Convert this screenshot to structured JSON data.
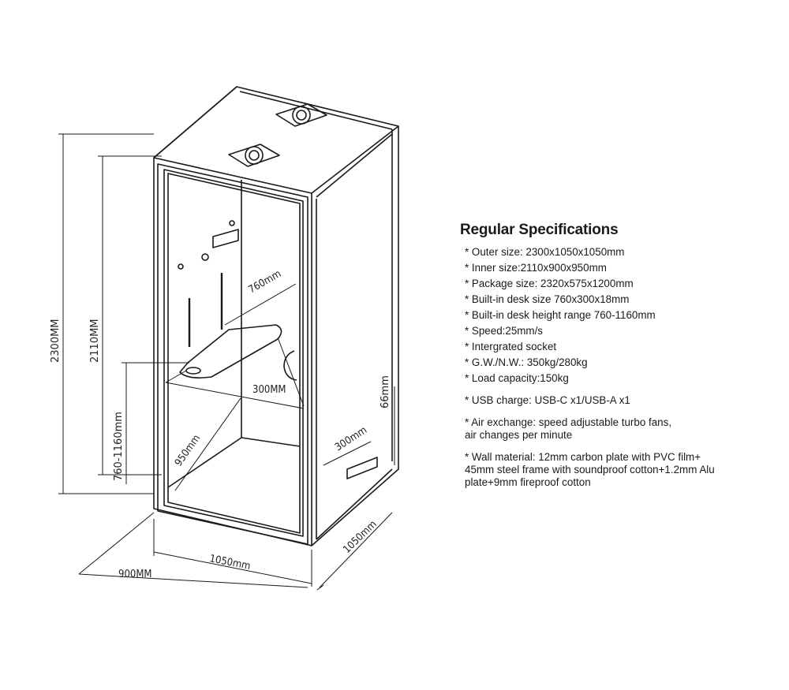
{
  "specs": {
    "title": "Regular Specifications",
    "items": [
      "* Outer size: 2300x1050x1050mm",
      "* Inner size:2110x900x950mm",
      "* Package size: 2320x575x1200mm",
      "* Built-in desk size 760x300x18mm",
      "* Built-in desk height range 760-1160mm",
      "* Speed:25mm/s",
      "* Intergrated socket",
      "* G.W./N.W.: 350kg/280kg",
      "* Load capacity:150kg",
      "* USB charge: USB-C x1/USB-A x1",
      "* Air exchange: speed adjustable turbo fans,\nair changes per minute",
      "* Wall material: 12mm carbon plate with PVC film+\n45mm steel frame with soundproof cotton+1.2mm Alu\nplate+9mm fireproof cotton"
    ]
  },
  "dimensions": {
    "outer_height": "2300MM",
    "inner_height": "2110MM",
    "desk_height_range": "760-1160mm",
    "desk_length": "760mm",
    "desk_depth": "300MM",
    "inner_depth": "950mm",
    "vent_width": "300mm",
    "vent_height": "66mm",
    "outer_width": "1050mm",
    "outer_depth": "1050mm",
    "inner_width": "900MM"
  },
  "colors": {
    "line": "#1a1a1a",
    "text": "#1a1a1a"
  }
}
